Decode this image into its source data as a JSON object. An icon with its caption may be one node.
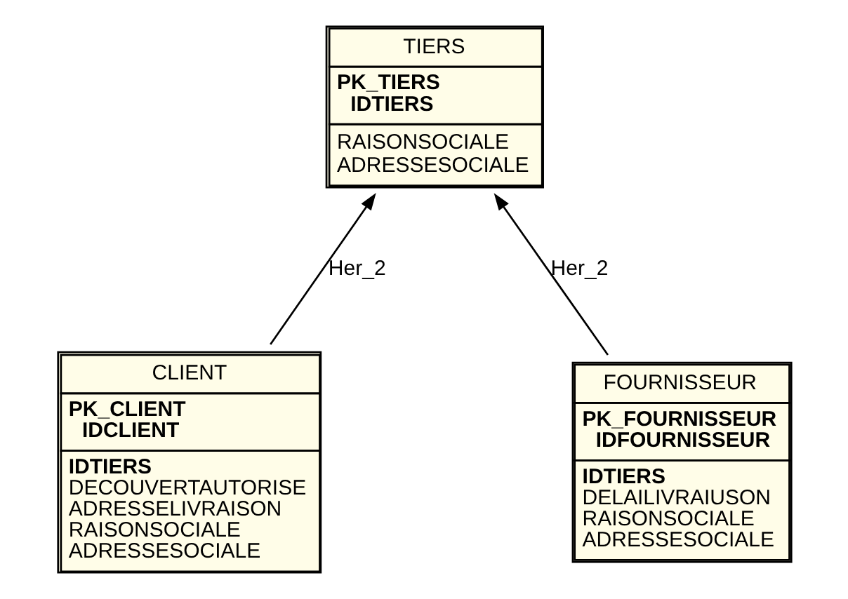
{
  "diagram": {
    "nodes": [
      {
        "text": [
          "TIERS",
          "PK_TIERS",
          "IDTIERS",
          "RAISONSOCIALE",
          "ADRESSESOCIALE"
        ]
      },
      {
        "text": [
          "CLIENT",
          "PK_CLIENT",
          "IDCLIENT",
          "IDTIERS",
          "DECOUVERTAUTORISE",
          "ADRESSELIVRAISON",
          "RAISONSOCIALE",
          "ADRESSESOCIALE"
        ]
      },
      {
        "text": [
          "FOURNISSEUR",
          "PK_FOURNISSEUR",
          "IDFOURNISSEUR",
          "IDTIERS",
          "DELAILIVRAIUSON",
          "RAISONSOCIALE",
          "ADRESSESOCIALE"
        ]
      }
    ],
    "edges": [
      {
        "from": 1,
        "to": 0,
        "arrow": "to",
        "label": "Her_2"
      },
      {
        "from": 2,
        "to": 0,
        "arrow": "to",
        "label": "Her_2"
      }
    ]
  }
}
